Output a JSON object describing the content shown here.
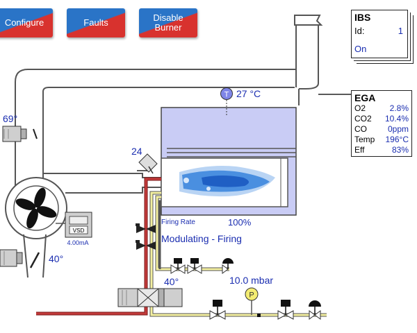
{
  "buttons": {
    "configure": "Configure",
    "faults": "Faults",
    "disable_burner": "Disable\nBurner"
  },
  "ibs": {
    "title": "IBS",
    "id_label": "Id:",
    "id_value": "1",
    "status": "On"
  },
  "ega": {
    "title": "EGA",
    "rows": [
      {
        "label": "O2",
        "value": "2.8%"
      },
      {
        "label": "CO2",
        "value": "10.4%"
      },
      {
        "label": "CO",
        "value": "0ppm"
      },
      {
        "label": "Temp",
        "value": "196°C"
      },
      {
        "label": "Eff",
        "value": "83%"
      }
    ]
  },
  "readings": {
    "temperature_badge": "T",
    "temperature": "27 °C",
    "damper_top_angle": "69°",
    "flue_damper_value": "24",
    "fan_damper_angle": "40°",
    "vsd_label": "VSD",
    "vsd_current": "4.00mA",
    "valve_angle": "40°",
    "firing_rate_label": "Firing Rate",
    "firing_rate_value": "100%",
    "firing_mode": "Modulating - Firing",
    "pressure_badge": "P",
    "pressure": "10.0 mbar"
  },
  "colors": {
    "button_blue": "#2a74c7",
    "button_red": "#d8322e",
    "label_blue": "#1a2db0",
    "duct_grey": "#555555",
    "furnace_lavender": "#c9ccf5",
    "air_pipe_red": "#b52a2a",
    "gas_pipe_yellow": "#f4f0a0"
  }
}
